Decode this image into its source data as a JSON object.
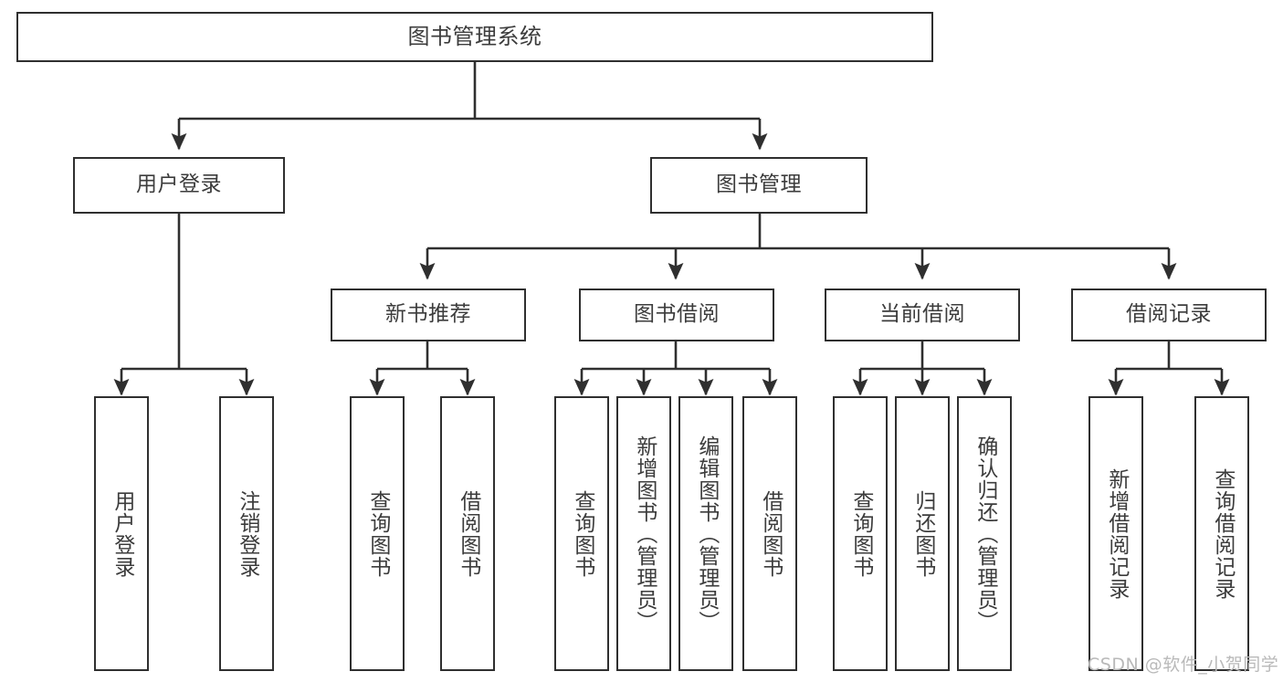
{
  "diagram": {
    "type": "tree",
    "title": "图书管理系统",
    "watermark": "CSDN @软件_小贺同学",
    "colors": {
      "stroke": "#2f2f2f",
      "text": "#3c3c3c",
      "background": "#ffffff",
      "watermark": "#b9b9b9"
    },
    "nodes": {
      "root": {
        "label": "图书管理系统"
      },
      "level2": [
        {
          "id": "user-login",
          "label": "用户登录"
        },
        {
          "id": "book-manage",
          "label": "图书管理"
        }
      ],
      "level3": [
        {
          "id": "new-book-rec",
          "label": "新书推荐"
        },
        {
          "id": "book-borrow",
          "label": "图书借阅"
        },
        {
          "id": "current-borrow",
          "label": "当前借阅"
        },
        {
          "id": "borrow-record",
          "label": "借阅记录"
        }
      ],
      "leaves": [
        {
          "id": "leaf-user-login",
          "label": "用户登录",
          "parent": "user-login"
        },
        {
          "id": "leaf-logout",
          "label": "注销登录",
          "parent": "user-login"
        },
        {
          "id": "leaf-query-book-1",
          "label": "查询图书",
          "parent": "new-book-rec"
        },
        {
          "id": "leaf-borrow-book-1",
          "label": "借阅图书",
          "parent": "new-book-rec"
        },
        {
          "id": "leaf-query-book-2",
          "label": "查询图书",
          "parent": "book-borrow"
        },
        {
          "id": "leaf-add-book",
          "label": "新增图书（管理员）",
          "parent": "book-borrow"
        },
        {
          "id": "leaf-edit-book",
          "label": "编辑图书（管理员）",
          "parent": "book-borrow"
        },
        {
          "id": "leaf-borrow-book-2",
          "label": "借阅图书",
          "parent": "book-borrow"
        },
        {
          "id": "leaf-query-book-3",
          "label": "查询图书",
          "parent": "current-borrow"
        },
        {
          "id": "leaf-return-book",
          "label": "归还图书",
          "parent": "current-borrow"
        },
        {
          "id": "leaf-confirm-return",
          "label": "确认归还（管理员）",
          "parent": "current-borrow"
        },
        {
          "id": "leaf-add-record",
          "label": "新增借阅记录",
          "parent": "borrow-record"
        },
        {
          "id": "leaf-query-record",
          "label": "查询借阅记录",
          "parent": "borrow-record"
        }
      ]
    }
  }
}
